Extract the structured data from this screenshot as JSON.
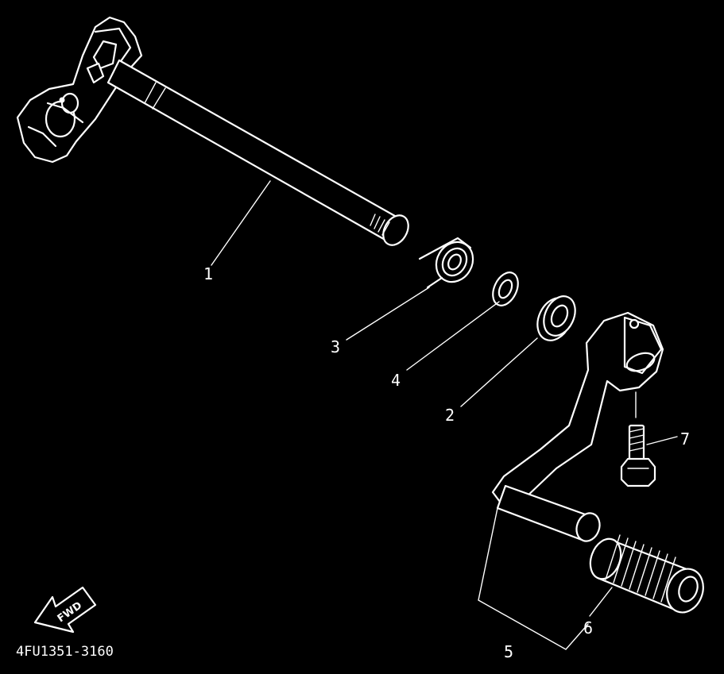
{
  "diagram": {
    "background": "#000000",
    "line_color": "#ffffff",
    "parts": [
      {
        "label": "1"
      },
      {
        "label": "2"
      },
      {
        "label": "3"
      },
      {
        "label": "4"
      },
      {
        "label": "5"
      },
      {
        "label": "6"
      },
      {
        "label": "7"
      }
    ],
    "fwd_arrow": {
      "text": "FWD"
    },
    "diagram_code": "4FU1351-3160"
  }
}
